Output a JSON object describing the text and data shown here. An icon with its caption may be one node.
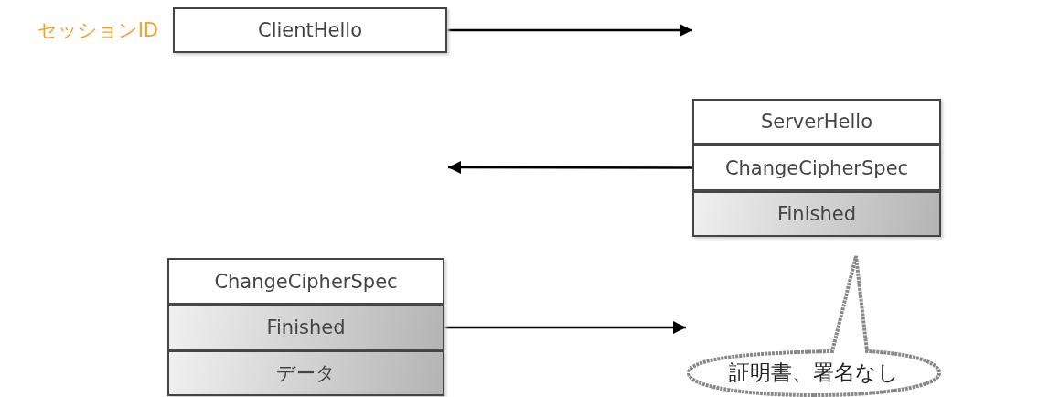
{
  "diagram": {
    "nodes": [
      {
        "text": [
          "ClientHello"
        ],
        "beside": [
          "セッションID"
        ]
      },
      {
        "text": [
          "ServerHello"
        ]
      },
      {
        "text": [
          "ChangeCipherSpec"
        ]
      },
      {
        "text": [
          "Finished"
        ]
      },
      {
        "text": [
          "ChangeCipherSpec"
        ]
      },
      {
        "text": [
          "Finished"
        ]
      },
      {
        "text": [
          "データ"
        ]
      },
      {
        "text": [
          "証明書、署名なし"
        ]
      }
    ],
    "edges": [
      {
        "from": 0,
        "to": null,
        "arrow": "to"
      },
      {
        "from": 2,
        "to": null,
        "arrow": "to"
      },
      {
        "from": 5,
        "to": null,
        "arrow": "to"
      }
    ]
  }
}
